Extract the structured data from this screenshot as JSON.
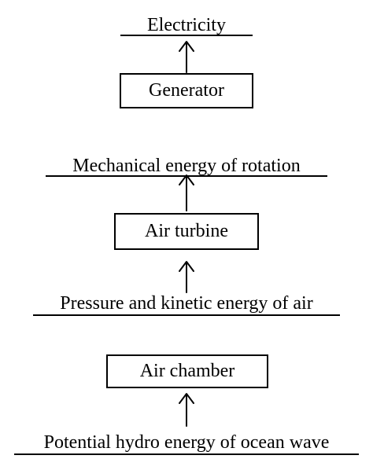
{
  "diagram": {
    "labels": {
      "electricity": "Electricity",
      "mechanical": "Mechanical energy of rotation",
      "pressure": "Pressure and kinetic energy of air",
      "potential": "Potential hydro energy of ocean wave"
    },
    "boxes": {
      "generator": "Generator",
      "air_turbine": "Air turbine",
      "air_chamber": "Air chamber"
    }
  }
}
